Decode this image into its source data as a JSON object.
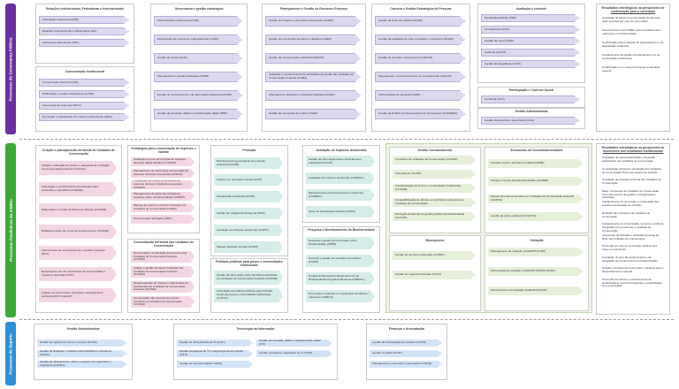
{
  "bands": {
    "gov": "Processos de Governança Pública",
    "fin": "Processos Finalísticos do ICMBio",
    "sup": "Processos de Suporte"
  },
  "colors": {
    "gov": "#6a2fa0",
    "fin": "#3aaa35",
    "sup": "#2d8fd5",
    "gov_item": "#ddd8ef",
    "pink": "#f3d6e3",
    "teal": "#d5ece8",
    "green": "#e6efd9",
    "blue": "#d3e3f6"
  },
  "gov": {
    "rel": {
      "title": "Relações Institucionais, Federativas e Internacionais",
      "items": [
        "Articulação Institucional (RIB)",
        "Relações Internacionais e Diplomáticas (DA)",
        "Assessoria parlamentar (DPL)"
      ]
    },
    "com": {
      "title": "Comunicação Institucional",
      "items": [
        "Comunicação Interna (CGMI)",
        "Publicidade e mídias institucionais (CGMI)",
        "Assessoria de Imprensa (CECI)",
        "Promoção e organização de eventos institucionais (CECI)"
      ]
    },
    "gest": {
      "title": "Governança e gestão estratégica",
      "items": [
        "Modernização institucional (CGDI)",
        "Governança de processos organizacionais (CGDI)",
        "Gestão de riscos (CGDI)",
        "Planejamento e gestão estratégica (DPMI)",
        "Gestão do conhecimento e da informação institucional (DNP)",
        "Gestão da inovação, dados e transformação digital (DNP)"
      ]
    },
    "plan": {
      "title": "Planejamento e Gestão de Recursos Externos",
      "items": [
        "Gestão de Projetos e parcerias institucionais (CGEP)",
        "Gestão dos fundos/fins de apoio e doações (CGEP)",
        "Gestão da compensação ambiental (CECAN)",
        "Avaliação e monitoramento da efetividade da gestão das Unidades de Conservação Federais (CGMA)",
        "Planejamento financeiro e territorial integrado (CGMA)",
        "Gestão da conversão de multas (CGEP)"
      ]
    },
    "carr": {
      "title": "Carreira e Gestão Estratégica de Pessoas",
      "items": [
        "Gestão da força de trabalho (DGEP)",
        "Gestão da qualidade de vida no trabalho e benefícios (DGEP)",
        "Gestão do servidor e desempenho (CECAD)",
        "Mapeamento e desenvolvimento de competências (CECAD)",
        "Administração de pessoal (CGEP)",
        "Gestão da Política de Desenvolvimento de Pessoas (ACADEBio)"
      ]
    },
    "aval": {
      "title": "Avaliação e controle",
      "items": [
        "Demandas judiciais (PFE)",
        "Corregedoria (COR)",
        "Gestão da ética (CGEP)",
        "Auditoria (AUDIT)",
        "Gestão da integridade (CGDI)"
      ]
    },
    "part": {
      "title": "Participação e Controle Social",
      "items": [
        "Ouvidoria (OUV)"
      ]
    },
    "adm": {
      "title": "Gestão Administrativa",
      "items": [
        "Gestão Documental e arquivística (CGA)"
      ]
    },
    "right": {
      "title_a": "Resultados estratégicos na perspectiva de ",
      "title_u": "contribuição para a sociedade",
      "items": [
        "Ampliação do acesso à conservação da natureza pelas pessoas por meio do uso público",
        "Reconhecimento do ICMBio pela sociedade como referência em biodiversidade",
        "Contribuição para a redução do desmatamento e da degradação ambiental",
        "Fortalecimento da gestão socioambiental com as comunidades tradicionais",
        "Contribuição com o desenvolvimento sustentável regional"
      ]
    }
  },
  "fin": {
    "cria": {
      "title": "Criação e planejamento territorial de Unidades de Conservação",
      "items": [
        "Criação e alteração de limites e categorias de Unidades de Conservação Federais (CGCUC)",
        "Articulação e monitoramento de planejamentos territoriais e específicos (CGMAE)",
        "Elaboração e revisão de Planos de Manejo (CGMAE)",
        "Estabelecimento de zonas de amortecimento (CGMAE)",
        "Instrumentos de reconhecimento e gestão integrada (DCT)",
        "Reconhecimento de mecanismos de conectividade e mosaicos territoriais (DCT)",
        "Análise de autorizações territoriais e licenciamento ambiental (DCT-CGCAP)"
      ]
    },
    "estr": {
      "title": "Estratégias para conservação de espécies e habitat",
      "items": [
        "Avaliação do risco de extinção de espécies da fauna nativa brasileira (COESP)",
        "Planejamento de ações para conservação de espécies da fauna ameaçadas (COESP)",
        "Programas de manejo populacional de espécies da fauna brasileira ameaçadas (COESP)",
        "Planejamento de ações de redução de impactos sobre a biodiversidade (COESP)",
        "Manejo de espécies exóticas invasoras nas Unidades de Conservação (CGMA)",
        "Bioreservação Ecológica (CBC)"
      ]
    },
    "cons": {
      "title": "Consolidação territorial das Unidades de Conservação",
      "items": [
        "Demarcação e sinalização do perímetro das Unidades de Conservação Federais (CGTER)",
        "Análise e gestão de bases fundiárias das Unidades de Conservação Federais (CGTER)",
        "Desapropriação de imóveis e indenização de benfeitorias em Unidades de Conservação Federais (CGTER)",
        "Incorporação não onerosa de imóveis inseridos em Unidades de Conservação (CGTER)"
      ]
    },
    "prot": {
      "title": "Proteção",
      "items": [
        "Monitoramento geoespacial da proteção ambiental (CGPR)",
        "Suporte em operações aéreas (DCH)",
        "Fiscalização ambiental (CGPR)",
        "Gestão de Inteligência Ambiental (DNP)",
        "Apuração de infrações ambientais (CGPR)",
        "Manejo integrado do fogo (CGPR)"
      ]
    },
    "polp": {
      "title": "Políticas públicas para povos e comunidades tradicionais",
      "items": [
        "Gestão da informação sobre famílias beneficiárias em Unidades de Conservação Federais (CGPMB)",
        "Articulação de políticas públicas para inclusão social dos povos e comunidades tradicionais (CGPCT)"
      ]
    },
    "aval": {
      "title": "Avaliação de Impactos Ambientais",
      "items": [
        "Gestão da informação para o licenciamento ambiental (CGCAP)",
        "Avaliação de impactos ambientais (CGBMCL)",
        "Monitoramento para licenciamento ambiental (CGBMCL)",
        "Apoio às autorizações diretas (CGMC)"
      ]
    },
    "pesq": {
      "title": "Pesquisa e Monitoramento da Biodiversidade",
      "items": [
        "Pesquisa e gestão da informação sobre biodiversidade (CBPB)",
        "Fomento e gestão da inovação tecnológica (CGEP)",
        "Programa Nacional de Monitoramento da Biodiversidade Programa Monitora (CGBMCL)",
        "Prevenção e resposta a emergências climáticas e epizooses (CNBCS)"
      ]
    },
    "soci": {
      "title": "Gestão Socioambiental",
      "items": [
        "Conselhos de Unidades de Conservação (CGSAM)",
        "Voluntariado (CGPM)",
        "Caracterização de Povos e Comunidades Tradicionais (CGSAM)",
        "Compatibilização de direitos em territórios sobrepostos a Unidades de Conservação",
        "Educação ambiental na gestão pública da biodiversidade (CGSAM)"
      ]
    },
    "eco": {
      "title": "Economias da Sociobiodiversidade",
      "items": [
        "Inclusão social e produtiva (CGEC/CGPMB)",
        "Manejo e uso da sociobiodiversidade (CGMDE)",
        "Manejo florestal comunitário em Unidades de Conservação Federais (CGPCS)",
        "Gestão da posse ambiental (CGPCS)"
      ]
    },
    "bion": {
      "title": "Bionegócios",
      "items": [
        "Gestão de serviços ambientais (CGPAV)",
        "Gestão de negócios florestais (CPLO)"
      ]
    },
    "vis": {
      "title": "Visitação",
      "items": [
        "Planejamento da visitação (CGEUP/CGUDP)",
        "Estruturação da visitação (CGEUP/CGUDP/CGDAD)",
        "Monitoramento da visitação (CGEUP/CGUDP)"
      ]
    },
    "right": {
      "title_a": "Resultados estratégicos na perspectiva de ",
      "title_u": "incremento nos resultados institucionais",
      "items": [
        "Ampliação da representatividade e da gestão participativa nas Unidades de Conservação",
        "Consolidação territorial e ampliação das Unidades de Conservação frente aos vetores de pressão",
        "Ampliação da proteção territorial das Unidades de Conservação",
        "Maior completude de Unidades de Conservação com instrumentos de gestão e sobreposições resolvidas",
        "Fortalecimento da promoção e conservação das espécies ameaçadas de extinção",
        "Redução dos incêndios nas unidades de conservação",
        "Fortalecimento da conservação, recursos e políticas integradas com os biomas e Unidades de Conservação",
        "Incremento da visitação e utilização de áreas de lazer nas Unidades de Conservação",
        "Promoção do ciclo de construção coletiva para todos os segmentos",
        "Ampliação do grau de conhecimento e de integração do conhecimento em biodiversidade",
        "Criação e fortalecimento de redes e coletivos para o desenvolvimento regional",
        "Promoção de ciência e monitoramento da biodiversidade de forma integrada e compartilhada com a sociedade"
      ]
    }
  },
  "sup": {
    "adm": {
      "title": "Gestão Administrativa",
      "items": [
        "Gestão de logística de bens e serviços (CLOG)",
        "Gestão de licitações, contratos administrativos e convênios (CGLIC)",
        "Gestão de infraestrutura, obras e projetos de engenharia e arquitetura (CGPEA)"
      ]
    },
    "ti": {
      "title": "Tecnologia da Informação",
      "items": [
        "Gestão de infraestrutura de TI (CGTI)",
        "Gestão da inovação, dados e transformação digital (CTI)",
        "Gestão estratégica de TI e segurança da informação (CSTI)",
        "Gestão contratual e aquisições de TI (CSTI)",
        "Gestão de soluções digitais (CDSI)"
      ]
    },
    "fin": {
      "title": "Finanças e Arrecadação",
      "items": [
        "Gestão da arrecadação de receitas (COFIN)",
        "Gestão Contábil (CONT)",
        "Planejamento e execução orçamentária (COFIN)"
      ]
    }
  }
}
